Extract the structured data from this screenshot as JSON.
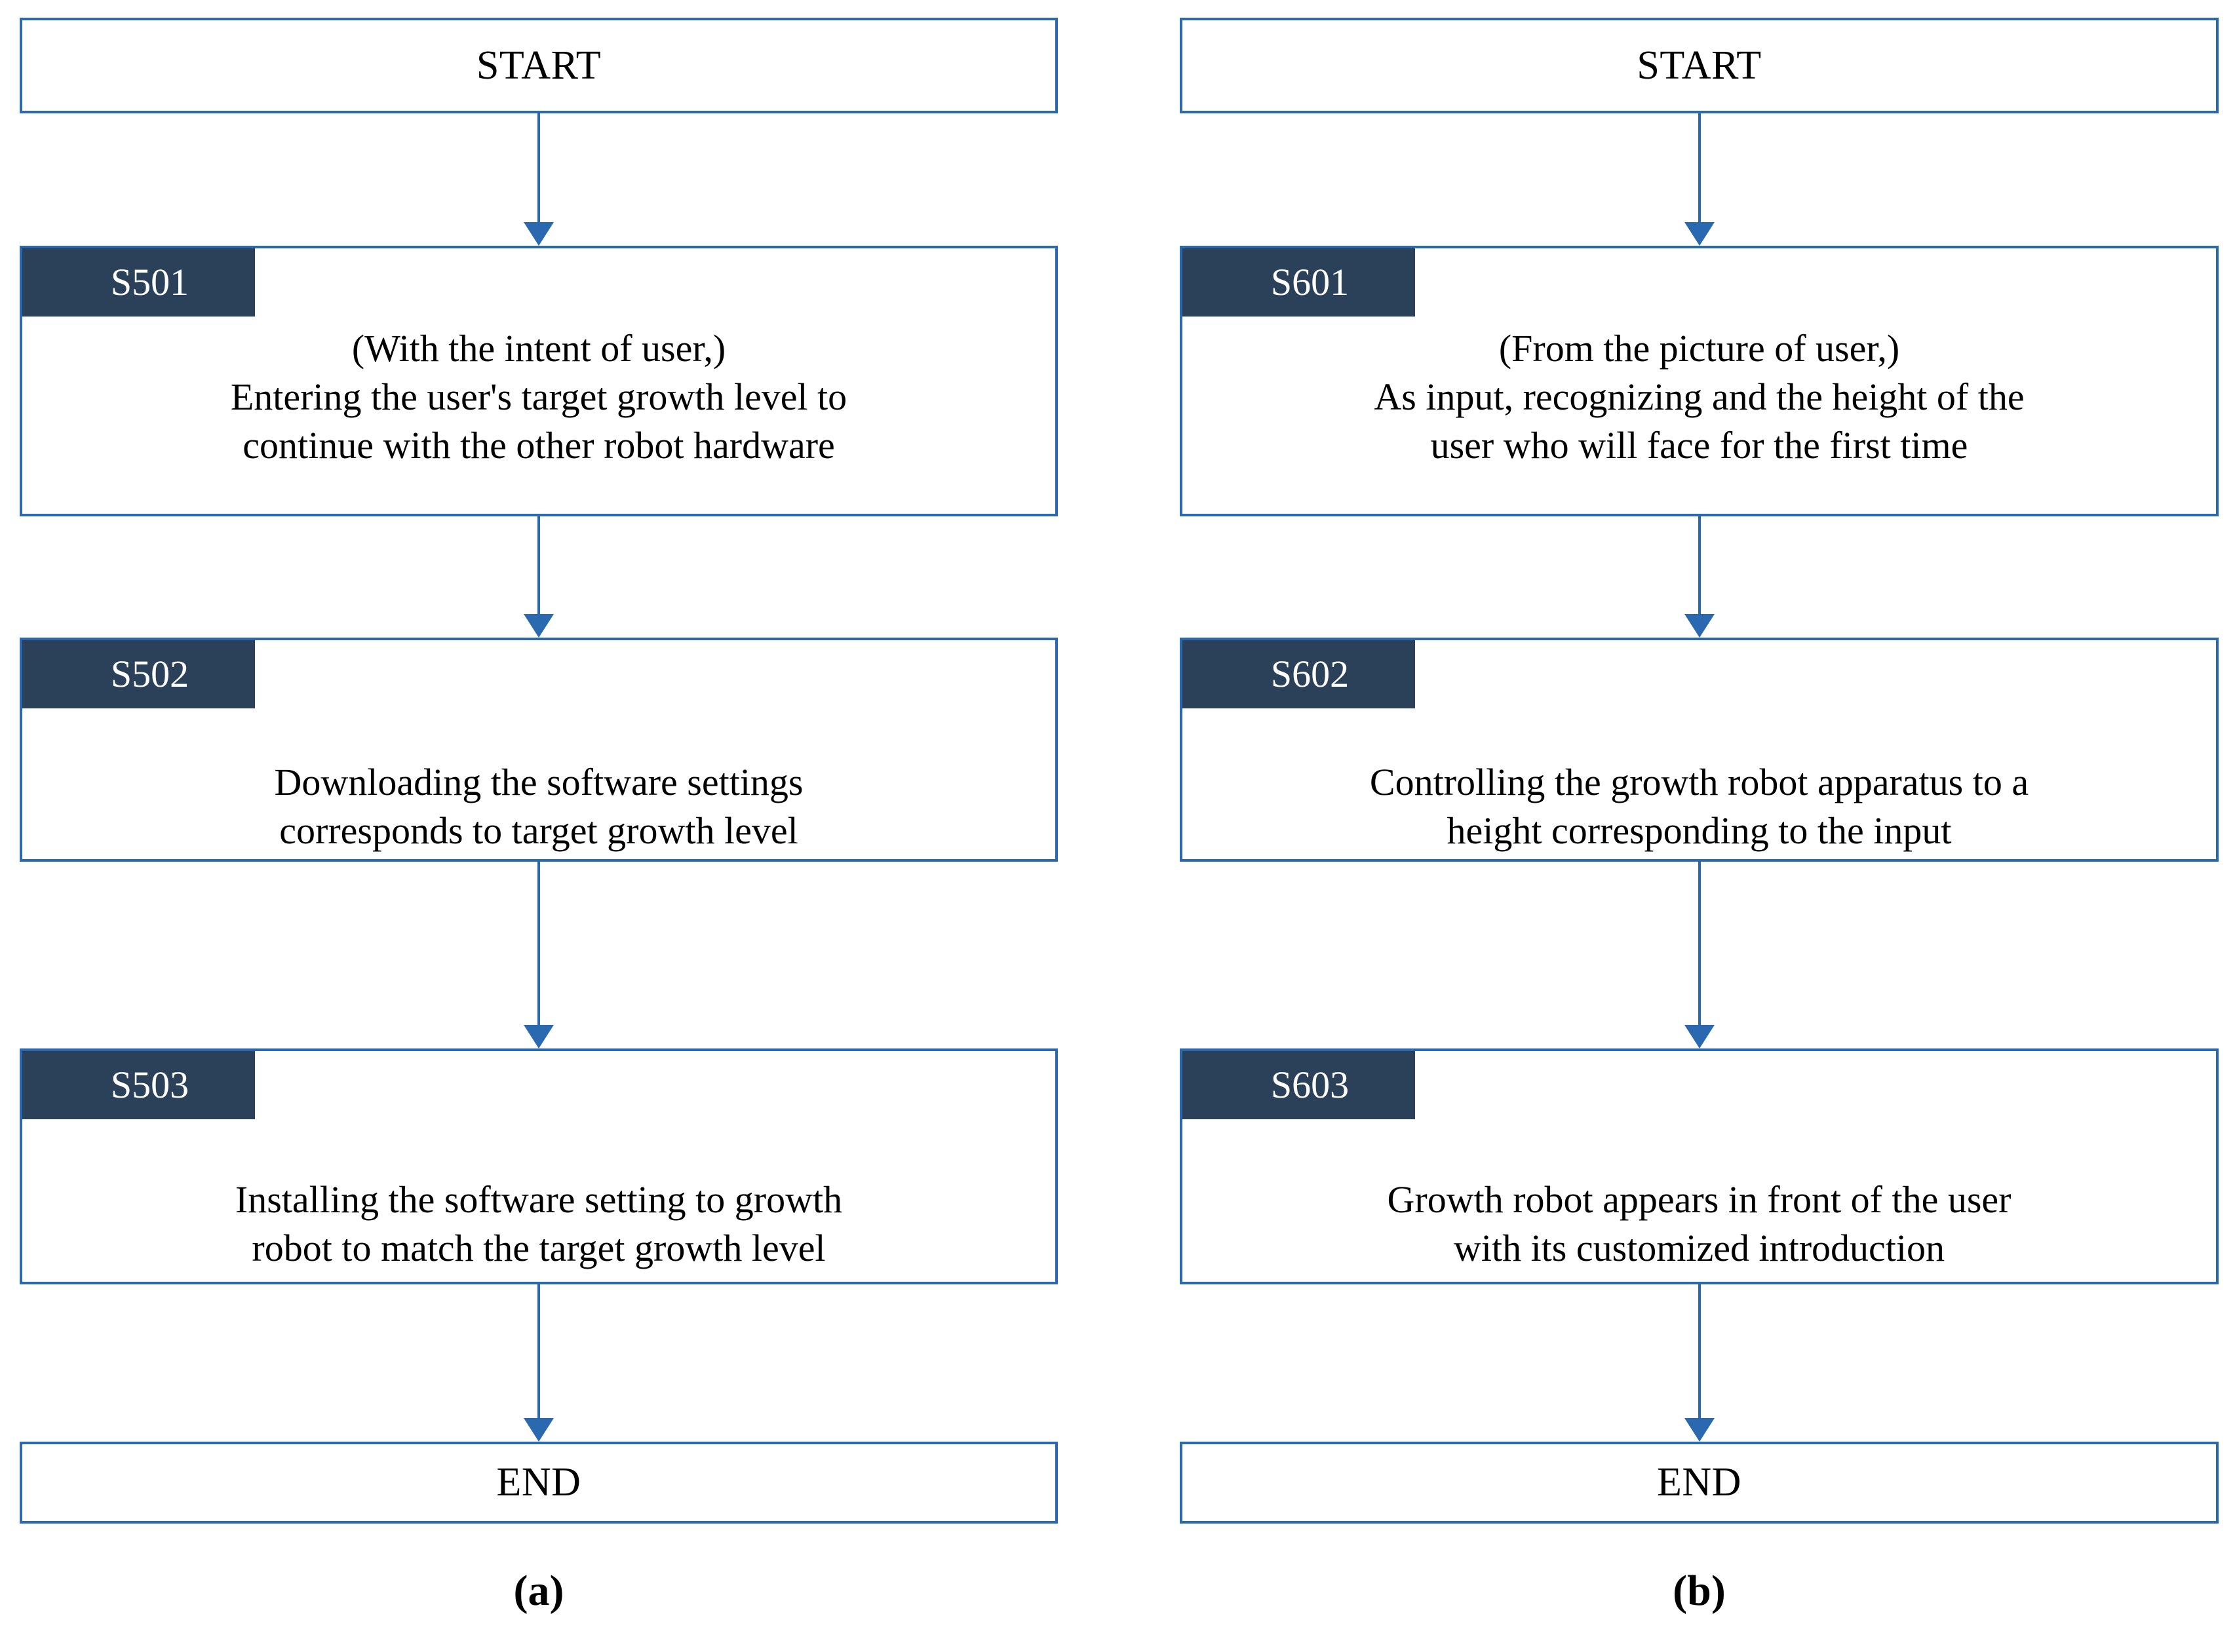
{
  "figure": {
    "type": "flowchart",
    "panels": [
      {
        "caption": "(a)",
        "start_label": "START",
        "end_label": "END",
        "steps": [
          {
            "badge": "S501",
            "text": "(With the intent of user,)\nEntering the user's target growth level to\ncontinue with the other robot hardware"
          },
          {
            "badge": "S502",
            "text": "Downloading  the software settings\ncorresponds to target growth level"
          },
          {
            "badge": "S503",
            "text": "Installing the software setting to growth\nrobot to match the target growth level"
          }
        ]
      },
      {
        "caption": "(b)",
        "start_label": "START",
        "end_label": "END",
        "steps": [
          {
            "badge": "S601",
            "text": "(From the picture of user,)\nAs input, recognizing and the height of the\nuser who will face for the first time"
          },
          {
            "badge": "S602",
            "text": "Controlling the growth robot apparatus to a\nheight corresponding to the input"
          },
          {
            "badge": "S603",
            "text": "Growth robot appears in front of the user\nwith its customized introduction"
          }
        ]
      }
    ],
    "colors": {
      "box_border": "#2a68b0",
      "badge_fill": "#2b4159",
      "badge_text": "#ffffff",
      "connector": "#2a68b0",
      "text": "#000000",
      "background": "#ffffff"
    }
  }
}
